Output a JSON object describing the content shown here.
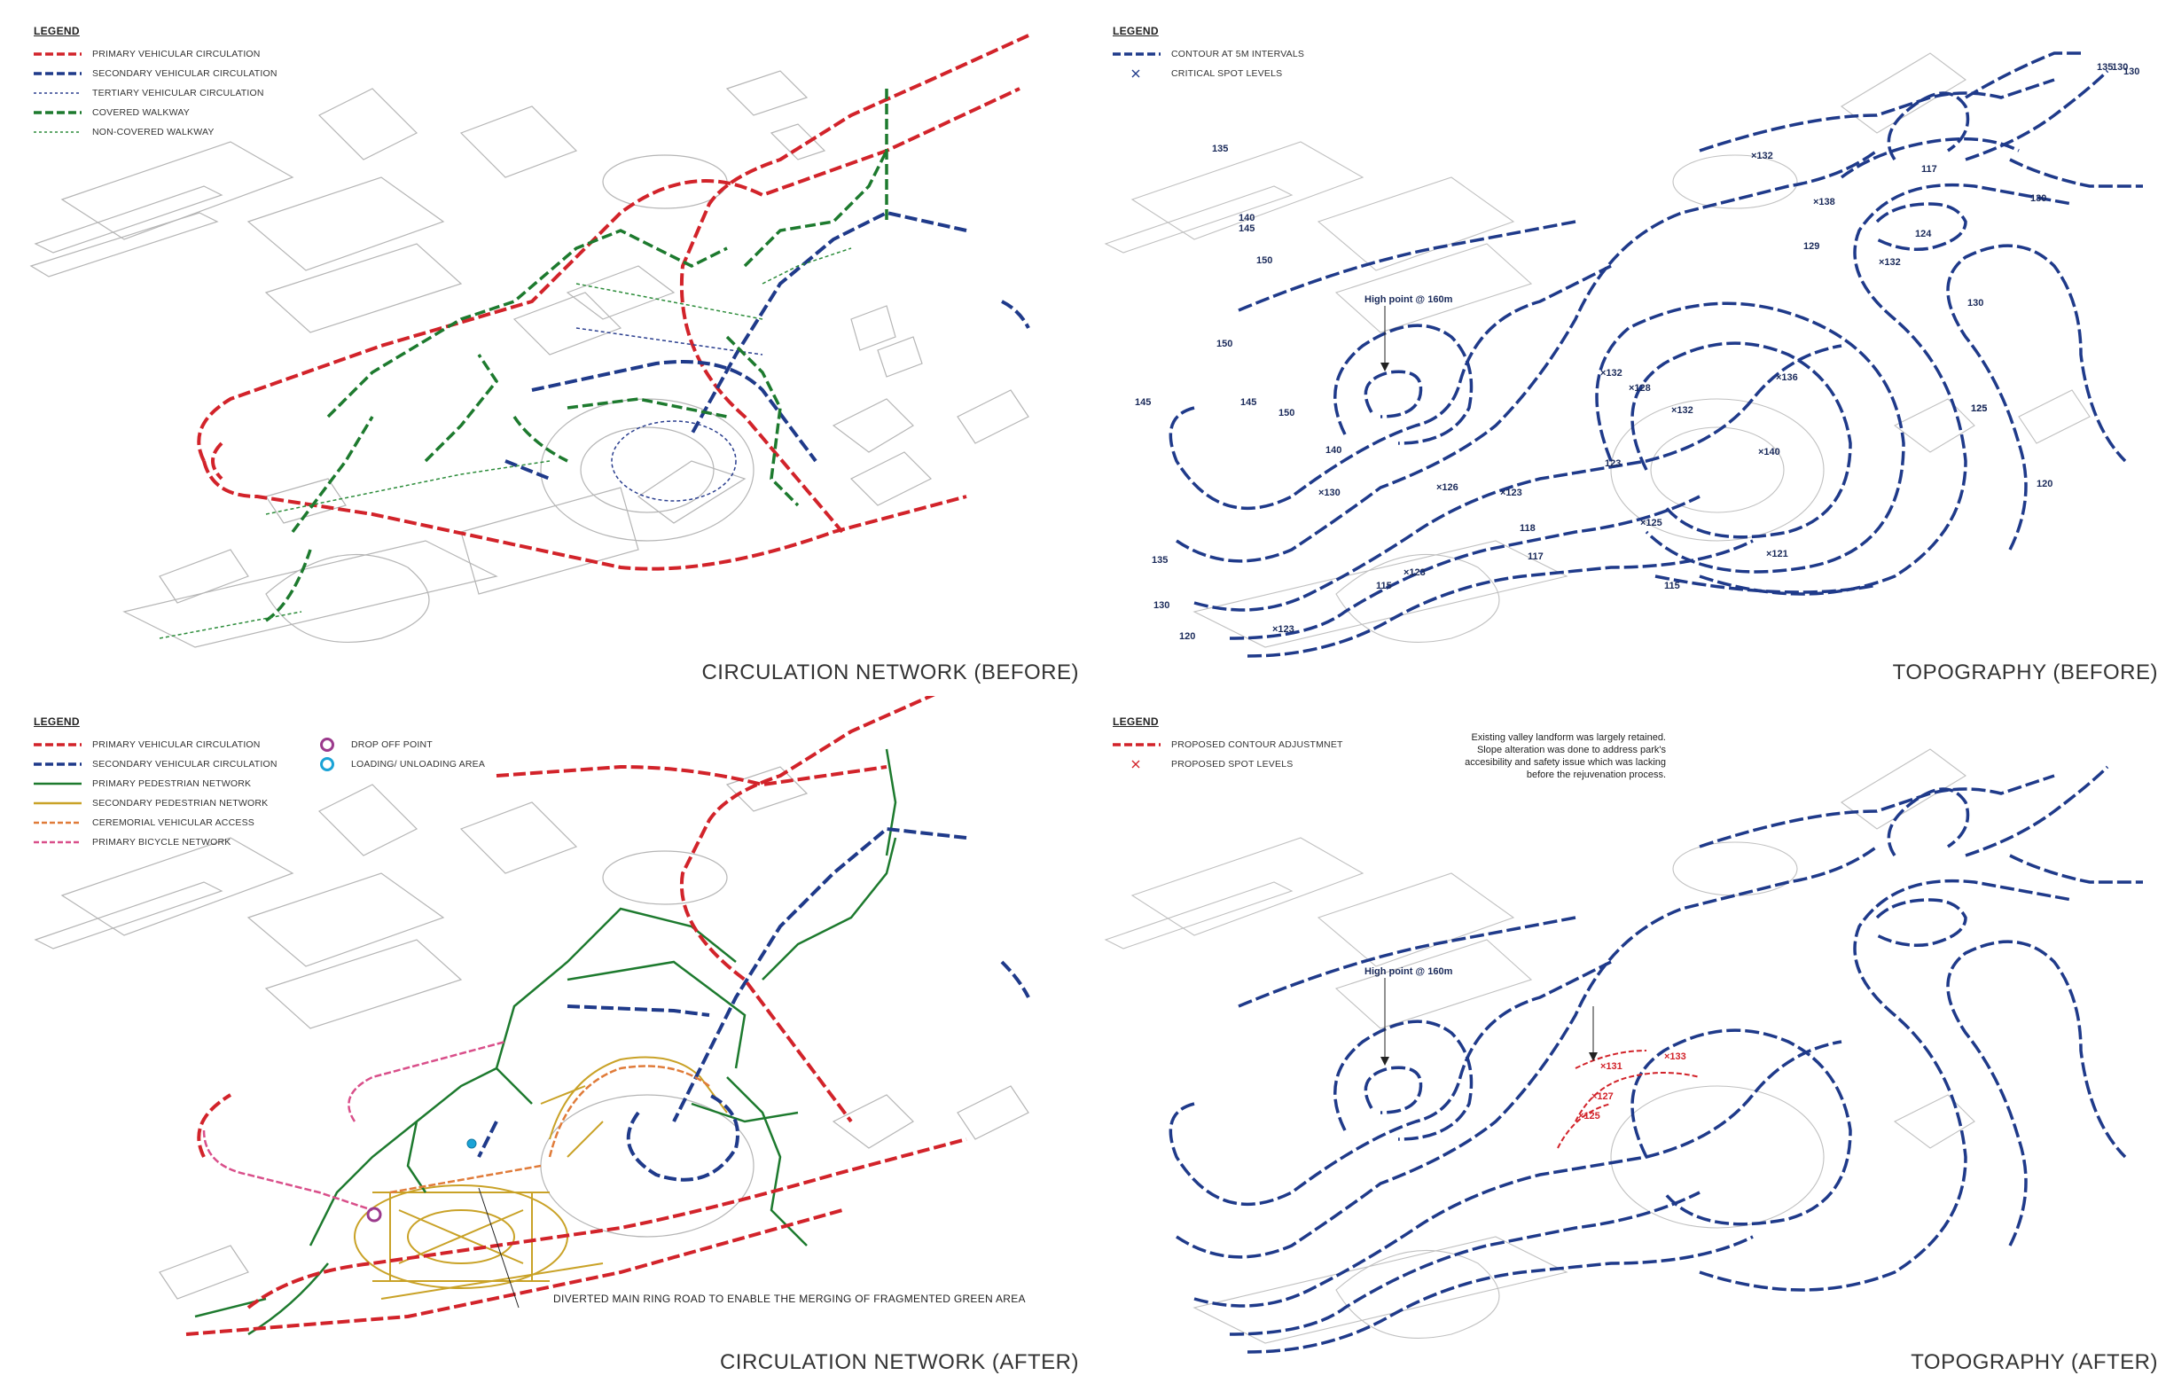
{
  "colors": {
    "primary_vehicular": "#d2232a",
    "secondary_vehicular": "#1f3a8a",
    "tertiary_vehicular": "#2b3f8f",
    "covered_walkway": "#1d7a2e",
    "non_covered_walkway": "#2c8c3a",
    "primary_pedestrian": "#1d7a2e",
    "secondary_pedestrian": "#c9a227",
    "ceremonial_access": "#e07b39",
    "bicycle": "#d94f8a",
    "drop_off": "#9b3a8c",
    "loading": "#1aa3d6",
    "contour": "#1f3a8a",
    "proposed": "#d2232a",
    "base_linework": "#b0b0b0"
  },
  "panels": {
    "circulation_before": {
      "title": "CIRCULATION NETWORK (BEFORE)",
      "legend_title": "LEGEND",
      "legend": [
        {
          "label": "PRIMARY VEHICULAR CIRCULATION",
          "icon": "thick-dash-red"
        },
        {
          "label": "SECONDARY VEHICULAR CIRCULATION",
          "icon": "thick-dash-blue"
        },
        {
          "label": "TERTIARY VEHICULAR CIRCULATION",
          "icon": "thin-dash-blue"
        },
        {
          "label": "COVERED WALKWAY",
          "icon": "thick-dash-green"
        },
        {
          "label": "NON-COVERED WALKWAY",
          "icon": "thin-dash-green"
        }
      ]
    },
    "topography_before": {
      "title": "TOPOGRAPHY (BEFORE)",
      "legend_title": "LEGEND",
      "legend": [
        {
          "label": "CONTOUR AT 5M INTERVALS",
          "icon": "thick-dash-blue"
        },
        {
          "label": "CRITICAL SPOT LEVELS",
          "icon": "cross-blue"
        }
      ],
      "high_point": "High point @ 160m",
      "contour_labels": [
        "135",
        "130",
        "140",
        "145",
        "150",
        "150",
        "145",
        "150",
        "140",
        "145",
        "135",
        "130",
        "120",
        "125",
        "115",
        "115",
        "117",
        "118",
        "124",
        "129",
        "130",
        "130",
        "125",
        "120",
        "117",
        "135",
        "130"
      ],
      "spot_levels": [
        "×132",
        "×138",
        "×132",
        "×132",
        "×128",
        "×132",
        "×136",
        "×140",
        "×130",
        "×126",
        "×123",
        "×123",
        "×125",
        "×121",
        "×123",
        "123"
      ]
    },
    "circulation_after": {
      "title": "CIRCULATION NETWORK (AFTER)",
      "legend_title": "LEGEND",
      "legend": [
        {
          "label": "PRIMARY VEHICULAR CIRCULATION",
          "icon": "thick-dash-red"
        },
        {
          "label": "SECONDARY VEHICULAR CIRCULATION",
          "icon": "thick-dash-blue"
        },
        {
          "label": "PRIMARY PEDESTRIAN NETWORK",
          "icon": "solid-green"
        },
        {
          "label": "SECONDARY PEDESTRIAN NETWORK",
          "icon": "solid-yellow"
        },
        {
          "label": "CEREMORIAL VEHICULAR ACCESS",
          "icon": "dash-orange"
        },
        {
          "label": "PRIMARY BICYCLE NETWORK",
          "icon": "dash-pink"
        }
      ],
      "legend_extra": [
        {
          "label": "DROP OFF POINT",
          "icon": "ring-purple"
        },
        {
          "label": "LOADING/ UNLOADING AREA",
          "icon": "ring-cyan"
        }
      ],
      "callout": "DIVERTED MAIN RING ROAD TO ENABLE THE MERGING OF FRAGMENTED GREEN AREA"
    },
    "topography_after": {
      "title": "TOPOGRAPHY (AFTER)",
      "legend_title": "LEGEND",
      "legend": [
        {
          "label": "PROPOSED CONTOUR ADJUSTMNET",
          "icon": "thick-dash-red"
        },
        {
          "label": "PROPOSED SPOT LEVELS",
          "icon": "cross-red"
        }
      ],
      "high_point": "High point @ 160m",
      "note_lines": [
        "Existing valley landform was largely retained.",
        "Slope alteration was done to address park's",
        "accesibility and safety issue which was lacking",
        "before the rejuvenation process."
      ],
      "proposed_spots": [
        "×131",
        "×133",
        "×127",
        "×125"
      ]
    }
  }
}
